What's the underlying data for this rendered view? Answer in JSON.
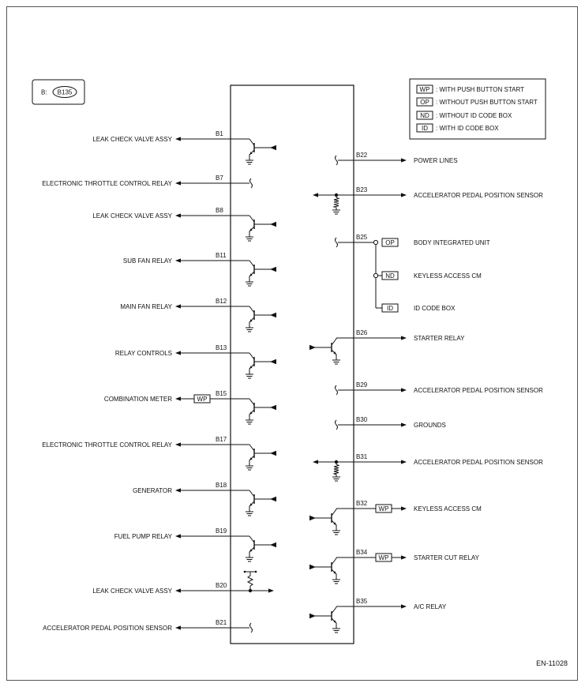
{
  "connector": {
    "prefix": "B:",
    "id": "B135"
  },
  "legend": [
    {
      "code": "WP",
      "text": ": WITH PUSH BUTTON START"
    },
    {
      "code": "OP",
      "text": ": WITHOUT PUSH BUTTON START"
    },
    {
      "code": "ND",
      "text": ": WITHOUT ID CODE BOX"
    },
    {
      "code": "ID",
      "text": ": WITH ID CODE BOX"
    }
  ],
  "left_pins": [
    {
      "pin": "B1",
      "label": "LEAK CHECK VALVE ASSY",
      "kind": "transistor"
    },
    {
      "pin": "B7",
      "label": "ELECTRONIC THROTTLE CONTROL RELAY",
      "kind": "wave"
    },
    {
      "pin": "B8",
      "label": "LEAK CHECK VALVE ASSY",
      "kind": "transistor"
    },
    {
      "pin": "B11",
      "label": "SUB FAN RELAY",
      "kind": "transistor"
    },
    {
      "pin": "B12",
      "label": "MAIN FAN RELAY",
      "kind": "transistor"
    },
    {
      "pin": "B13",
      "label": "RELAY CONTROLS",
      "kind": "transistor"
    },
    {
      "pin": "B15",
      "label": "COMBINATION METER",
      "kind": "transistor",
      "tag": "WP"
    },
    {
      "pin": "B17",
      "label": "ELECTRONIC THROTTLE CONTROL RELAY",
      "kind": "transistor"
    },
    {
      "pin": "B18",
      "label": "GENERATOR",
      "kind": "transistor"
    },
    {
      "pin": "B19",
      "label": "FUEL PUMP RELAY",
      "kind": "transistor"
    },
    {
      "pin": "B20",
      "label": "LEAK CHECK VALVE ASSY",
      "kind": "bidir"
    },
    {
      "pin": "B21",
      "label": "ACCELERATOR PEDAL POSITION SENSOR",
      "kind": "wave"
    }
  ],
  "right_pins": [
    {
      "pin": "B22",
      "label": "POWER LINES",
      "kind": "wave"
    },
    {
      "pin": "B23",
      "label": "ACCELERATOR PEDAL POSITION SENSOR",
      "kind": "bidir"
    },
    {
      "pin": "B25",
      "label": "BODY INTEGRATED UNIT",
      "kind": "branch",
      "tag": "OP"
    },
    {
      "pin": "B26",
      "label": "STARTER RELAY",
      "kind": "transistor"
    },
    {
      "pin": "B29",
      "label": "ACCELERATOR PEDAL POSITION SENSOR",
      "kind": "wave"
    },
    {
      "pin": "B30",
      "label": "GROUNDS",
      "kind": "wave"
    },
    {
      "pin": "B31",
      "label": "ACCELERATOR PEDAL POSITION SENSOR",
      "kind": "bidir"
    },
    {
      "pin": "B32",
      "label": "KEYLESS ACCESS CM",
      "kind": "transistor",
      "tag": "WP"
    },
    {
      "pin": "B34",
      "label": "STARTER CUT RELAY",
      "kind": "transistor",
      "tag": "WP"
    },
    {
      "pin": "B35",
      "label": "A/C RELAY",
      "kind": "transistor"
    }
  ],
  "branches": [
    {
      "tag": "ND",
      "label": "KEYLESS ACCESS CM"
    },
    {
      "tag": "ID",
      "label": "ID CODE BOX"
    }
  ],
  "figure_id": "EN-11028"
}
